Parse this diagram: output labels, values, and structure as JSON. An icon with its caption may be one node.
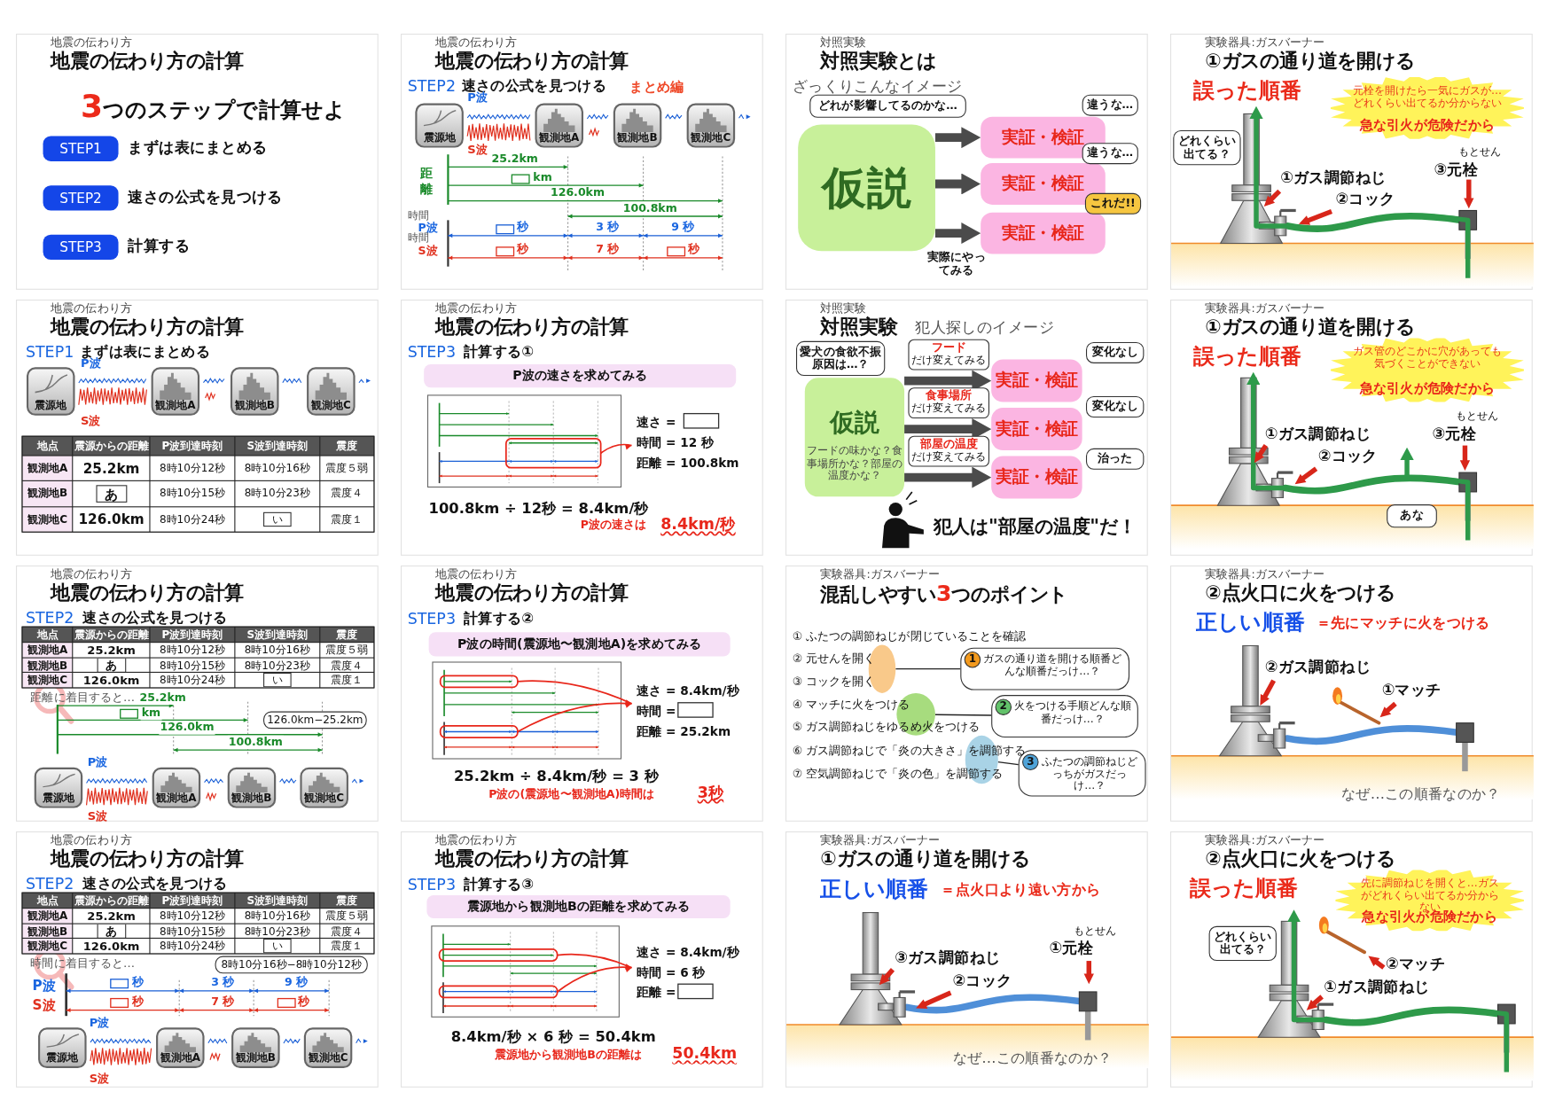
{
  "diagram": {
    "nodes": [
      {
        "text": [
          "地震の伝わり方",
          "地震の伝わり方の計算",
          "**3**つのステップで計算せよ"
        ]
      },
      {
        "text": [
          "STEP1"
        ],
        "in": 0,
        "beside": [
          "まずは表にまとめる"
        ]
      },
      {
        "text": [
          "STEP2"
        ],
        "in": 0,
        "beside": [
          "速さの公式を見つける"
        ]
      },
      {
        "text": [
          "STEP3"
        ],
        "in": 0,
        "beside": [
          "計算する"
        ]
      },
      {
        "text": [
          "地震の伝わり方",
          "地震の伝わり方の計算",
          "STEP2",
          "速さの公式を見つける",
          "まとめ編",
          "P波",
          "S波",
          "距離",
          "25.2km",
          "km",
          "126.0km",
          "100.8km",
          "時間",
          "P波",
          "時間",
          "S波",
          "秒",
          "3 秒",
          "9 秒",
          "秒",
          "7 秒",
          "秒"
        ]
      },
      {
        "text": [
          "震源地"
        ],
        "in": 4
      },
      {
        "text": [
          "観測地A"
        ],
        "in": 4
      },
      {
        "text": [
          "観測地B"
        ],
        "in": 4
      },
      {
        "text": [
          "観測地C"
        ],
        "in": 4
      },
      {
        "text": [
          "対照実験",
          "対照実験とは",
          "ざっくりこんなイメージ",
          "実際にやってみる"
        ]
      },
      {
        "text": [
          "どれが影響してるのかな…"
        ],
        "in": 9
      },
      {
        "text": [
          "仮説"
        ],
        "in": 9
      },
      {
        "text": [
          "実証・検証"
        ],
        "in": 9
      },
      {
        "text": [
          "実証・検証"
        ],
        "in": 9
      },
      {
        "text": [
          "実証・検証"
        ],
        "in": 9
      },
      {
        "text": [
          "違うな…"
        ],
        "in": 9
      },
      {
        "text": [
          "違うな…"
        ],
        "in": 9
      },
      {
        "text": [
          "これだ!!"
        ],
        "in": 9
      },
      {
        "text": [
          "実験器具:ガスバーナー",
          "①ガスの通り道を開ける",
          "誤った順番",
          "①ガス調節ねじ",
          "②コック",
          "もとせん",
          "③元栓"
        ]
      },
      {
        "text": [
          "元栓を開けたら一気にガスが…どれくらい出てるか分からない",
          "急な引火が危険だから"
        ],
        "in": 18
      },
      {
        "text": [
          "どれくらい出てる？"
        ],
        "in": 18
      },
      {
        "text": [
          "地震の伝わり方",
          "地震の伝わり方の計算",
          "STEP1",
          "まずは表にまとめる",
          "P波",
          "S波"
        ]
      },
      {
        "text": [
          "震源地"
        ],
        "in": 21
      },
      {
        "text": [
          "観測地A"
        ],
        "in": 21
      },
      {
        "text": [
          "観測地B"
        ],
        "in": 21
      },
      {
        "text": [
          "観測地C"
        ],
        "in": 21
      },
      {
        "text": [
          "地点",
          "震源からの距離",
          "P波到達時刻",
          "S波到達時刻",
          "震度",
          "観測地A",
          "25.2km",
          "8時10分12秒",
          "8時10分16秒",
          "震度５弱",
          "観測地B",
          "あ",
          "8時10分15秒",
          "8時10分23秒",
          "震度４",
          "観測地C",
          "126.0km",
          "8時10分24秒",
          "い",
          "震度１"
        ],
        "in": 21
      },
      {
        "text": [
          "地震の伝わり方",
          "地震の伝わり方の計算",
          "STEP3",
          "計算する①",
          "速さ =",
          "時間 = 12 秒",
          "距離 = 100.8km",
          "100.8km ÷ 12秒 = 8.4km/秒",
          "P波の速さは",
          "8.4km/秒"
        ]
      },
      {
        "text": [
          "P波の速さを求めてみる"
        ],
        "in": 27
      },
      {
        "text": [
          "対照実験",
          "対照実験",
          "犯人探しのイメージ",
          "犯人は\"部屋の温度\"だ！"
        ]
      },
      {
        "text": [
          "愛犬の食欲不振原因は…？"
        ],
        "in": 29
      },
      {
        "text": [
          "仮説",
          "フードの味かな？食事場所かな？部屋の温度かな？"
        ],
        "in": 29
      },
      {
        "text": [
          "フード",
          "だけ変えてみる"
        ],
        "in": 29
      },
      {
        "text": [
          "食事場所",
          "だけ変えてみる"
        ],
        "in": 29
      },
      {
        "text": [
          "部屋の温度",
          "だけ変えてみる"
        ],
        "in": 29
      },
      {
        "text": [
          "実証・検証"
        ],
        "in": 29
      },
      {
        "text": [
          "実証・検証"
        ],
        "in": 29
      },
      {
        "text": [
          "実証・検証"
        ],
        "in": 29
      },
      {
        "text": [
          "変化なし"
        ],
        "in": 29
      },
      {
        "text": [
          "変化なし"
        ],
        "in": 29
      },
      {
        "text": [
          "治った"
        ],
        "in": 29
      },
      {
        "text": [
          "実験器具:ガスバーナー",
          "①ガスの通り道を開ける",
          "誤った順番",
          "①ガス調節ねじ",
          "②コック",
          "もとせん",
          "③元栓"
        ]
      },
      {
        "text": [
          "ガス管のどこかに穴があっても気づくことができない",
          "急な引火が危険だから"
        ],
        "in": 41
      },
      {
        "text": [
          "あな"
        ],
        "in": 41
      },
      {
        "text": [
          "地震の伝わり方",
          "地震の伝わり方の計算",
          "STEP2",
          "速さの公式を見つける",
          "距離に着目すると…",
          "25.2km",
          "km",
          "126.0km",
          "100.8km",
          "P波",
          "S波"
        ]
      },
      {
        "text": [
          "地点",
          "震源からの距離",
          "P波到達時刻",
          "S波到達時刻",
          "震度",
          "観測地A",
          "25.2km",
          "8時10分12秒",
          "8時10分16秒",
          "震度５弱",
          "観測地B",
          "あ",
          "8時10分15秒",
          "8時10分23秒",
          "震度４",
          "観測地C",
          "126.0km",
          "8時10分24秒",
          "い",
          "震度１"
        ],
        "in": 44
      },
      {
        "text": [
          "126.0km−25.2km"
        ],
        "in": 44
      },
      {
        "text": [
          "震源地"
        ],
        "in": 44
      },
      {
        "text": [
          "観測地A"
        ],
        "in": 44
      },
      {
        "text": [
          "観測地B"
        ],
        "in": 44
      },
      {
        "text": [
          "観測地C"
        ],
        "in": 44
      },
      {
        "text": [
          "地震の伝わり方",
          "地震の伝わり方の計算",
          "STEP3",
          "計算する②",
          "速さ = 8.4km/秒",
          "時間 =",
          "距離 = 25.2km",
          "25.2km ÷ 8.4km/秒 = 3 秒",
          "P波の(震源地〜観測地A)時間は",
          "3秒"
        ]
      },
      {
        "text": [
          "P波の時間(震源地〜観測地A)を求めてみる"
        ],
        "in": 51
      },
      {
        "text": [
          "実験器具:ガスバーナー",
          "混乱しやすい**3**つのポイント",
          "① ふたつの調節ねじが閉じていることを確認",
          "② 元せんを開く",
          "③ コックを開く",
          "④ マッチに火をつける",
          "⑤ ガス調節ねじをゆるめ火をつける",
          "⑥ ガス調節ねじで「炎の大きさ」を調節する",
          "⑦ 空気調節ねじで「炎の色」を調節する"
        ]
      },
      {
        "text": [],
        "shape": "circle",
        "in": 53
      },
      {
        "text": [
          "1",
          "ガスの通り道を開ける順番どんな順番だっけ…？"
        ],
        "in": 53
      },
      {
        "text": [],
        "shape": "circle",
        "in": 53
      },
      {
        "text": [
          "2",
          "火をつける手順どんな順番だっけ…？"
        ],
        "in": 53
      },
      {
        "text": [],
        "shape": "circle",
        "in": 53
      },
      {
        "text": [
          "3",
          "ふたつの調節ねじどっちがガスだっけ…？"
        ],
        "in": 53
      },
      {
        "text": [
          "実験器具:ガスバーナー",
          "②点火口に火をつける",
          "正しい順番",
          "＝先にマッチに火をつける",
          "②ガス調節ねじ",
          "①マッチ",
          "なぜ…この順番なのか？"
        ]
      },
      {
        "text": [
          "地震の伝わり方",
          "地震の伝わり方の計算",
          "STEP2",
          "速さの公式を見つける",
          "時間に着目すると…",
          "P波",
          "S波",
          "秒",
          "3 秒",
          "9 秒",
          "秒",
          "7 秒",
          "秒",
          "P波",
          "S波"
        ]
      },
      {
        "text": [
          "地点",
          "震源からの距離",
          "P波到達時刻",
          "S波到達時刻",
          "震度",
          "観測地A",
          "25.2km",
          "8時10分12秒",
          "8時10分16秒",
          "震度５弱",
          "観測地B",
          "あ",
          "8時10分15秒",
          "8時10分23秒",
          "震度４",
          "観測地C",
          "126.0km",
          "8時10分24秒",
          "い",
          "震度１"
        ],
        "in": 61
      },
      {
        "text": [
          "8時10分16秒−8時10分12秒"
        ],
        "in": 61
      },
      {
        "text": [
          "震源地"
        ],
        "in": 61
      },
      {
        "text": [
          "観測地A"
        ],
        "in": 61
      },
      {
        "text": [
          "観測地B"
        ],
        "in": 61
      },
      {
        "text": [
          "観測地C"
        ],
        "in": 61
      },
      {
        "text": [
          "地震の伝わり方",
          "地震の伝わり方の計算",
          "STEP3",
          "計算する③",
          "速さ = 8.4km/秒",
          "時間 = 6 秒",
          "距離 =",
          "8.4km/秒 × 6 秒 = 50.4km",
          "震源地から観測地Bの距離は",
          "50.4km"
        ]
      },
      {
        "text": [
          "震源地から観測地Bの距離を求めてみる"
        ],
        "in": 68
      },
      {
        "text": [
          "実験器具:ガスバーナー",
          "①ガスの通り道を開ける",
          "正しい順番",
          "＝点火口より遠い方から",
          "③ガス調節ねじ",
          "②コック",
          "もとせん",
          "①元栓",
          "なぜ…この順番なのか？"
        ]
      },
      {
        "text": [
          "実験器具:ガスバーナー",
          "②点火口に火をつける",
          "誤った順番",
          "②マッチ",
          "①ガス調節ねじ"
        ]
      },
      {
        "text": [
          "先に調節ねじを開くと…ガスがどれくらい出てるか分からない",
          "急な引火が危険だから"
        ],
        "in": 71
      },
      {
        "text": [
          "どれくらい出てる？"
        ],
        "in": 71
      }
    ],
    "edges": [
      {
        "from": 11,
        "to": 12,
        "arrow": "to"
      },
      {
        "from": 11,
        "to": 13,
        "arrow": "to"
      },
      {
        "from": 11,
        "to": 14,
        "arrow": "to"
      },
      {
        "from": 31,
        "to": 35,
        "arrow": "to"
      },
      {
        "from": 31,
        "to": 36,
        "arrow": "to"
      },
      {
        "from": 31,
        "to": 37,
        "arrow": "to"
      },
      {
        "from": 55,
        "to": 54,
        "arrow": "none"
      },
      {
        "from": 57,
        "to": 56,
        "arrow": "none"
      },
      {
        "from": 59,
        "to": 58,
        "arrow": "none"
      }
    ]
  }
}
